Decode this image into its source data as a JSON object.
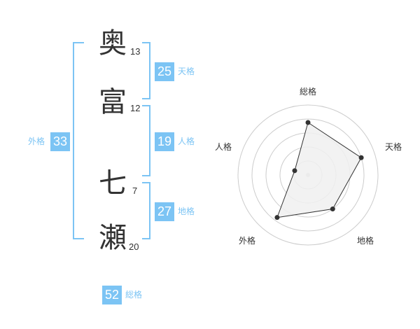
{
  "name_chars": [
    {
      "char": "奥",
      "strokes": "13"
    },
    {
      "char": "富",
      "strokes": "12"
    },
    {
      "char": "七",
      "strokes": "7"
    },
    {
      "char": "瀬",
      "strokes": "20"
    }
  ],
  "fortune": {
    "tenkaku": {
      "value": "25",
      "label": "天格"
    },
    "jinkaku": {
      "value": "19",
      "label": "人格"
    },
    "chikaku": {
      "value": "27",
      "label": "地格"
    },
    "gaikaku": {
      "value": "33",
      "label": "外格"
    },
    "soukaku": {
      "value": "52",
      "label": "総格"
    }
  },
  "colors": {
    "accent": "#7cc4f4",
    "text": "#333333",
    "radar_fill": "#f0f0f0",
    "radar_line": "#333333",
    "grid": "#cccccc"
  },
  "chart_data": {
    "type": "radar",
    "axes": [
      "総格",
      "天格",
      "地格",
      "外格",
      "人格"
    ],
    "values": [
      0.75,
      0.8,
      0.6,
      0.75,
      0.2
    ],
    "range": [
      0,
      1
    ]
  }
}
